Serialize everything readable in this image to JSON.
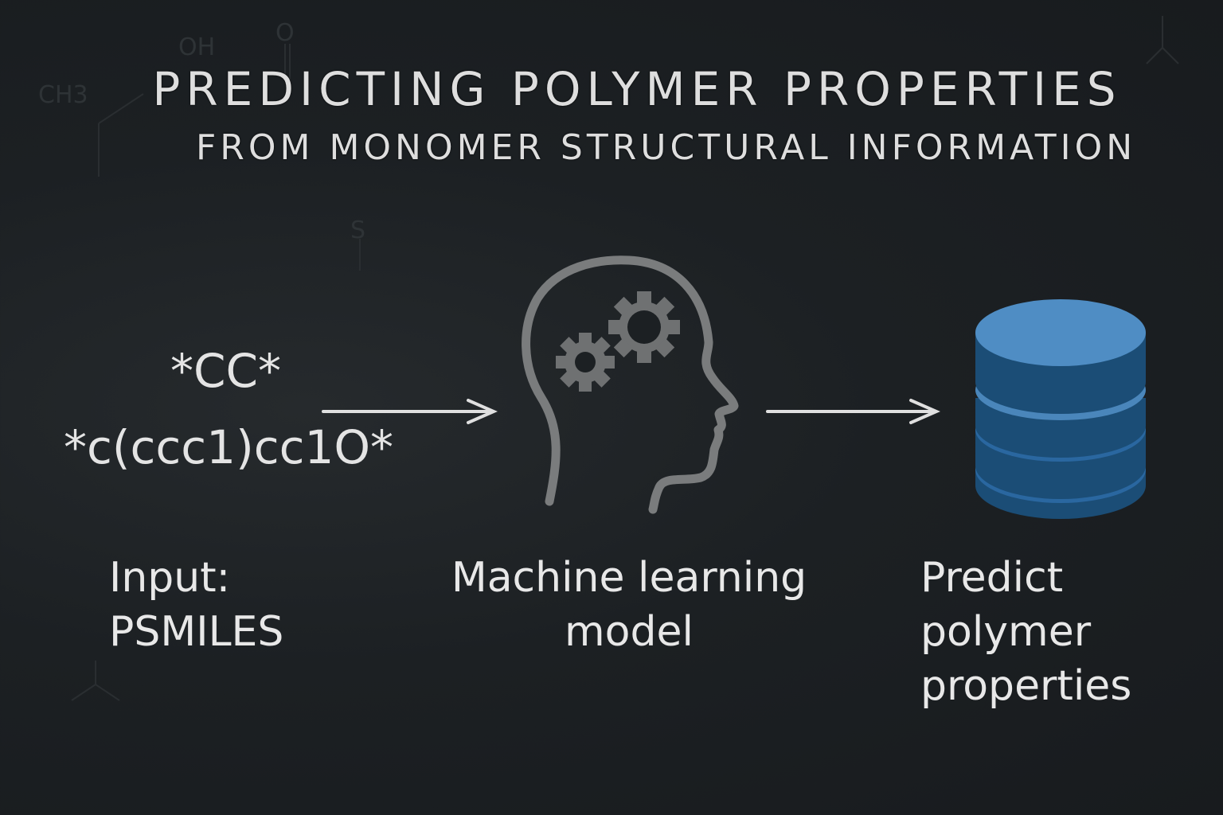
{
  "header": {
    "title": "PREDICTING POLYMER PROPERTIES",
    "subtitle": "FROM MONOMER STRUCTURAL INFORMATION"
  },
  "background_chem": [
    "OH",
    "CH3",
    "O",
    "S"
  ],
  "input": {
    "smiles": [
      "*CC*",
      "*c(ccc1)cc1O*"
    ],
    "label_line1": "Input:",
    "label_line2": "PSMILES"
  },
  "model": {
    "icon": "head-with-gears-icon",
    "label_line1": "Machine learning",
    "label_line2": "model"
  },
  "output": {
    "icon": "database-icon",
    "label_lines": [
      "Predict",
      "polymer",
      "properties"
    ]
  },
  "colors": {
    "background": "#1c2023",
    "text": "#e6e6e6",
    "icon_gray": "#7a7c7d",
    "db_top": "#4f8dc4",
    "db_side": "#1b4d76"
  }
}
